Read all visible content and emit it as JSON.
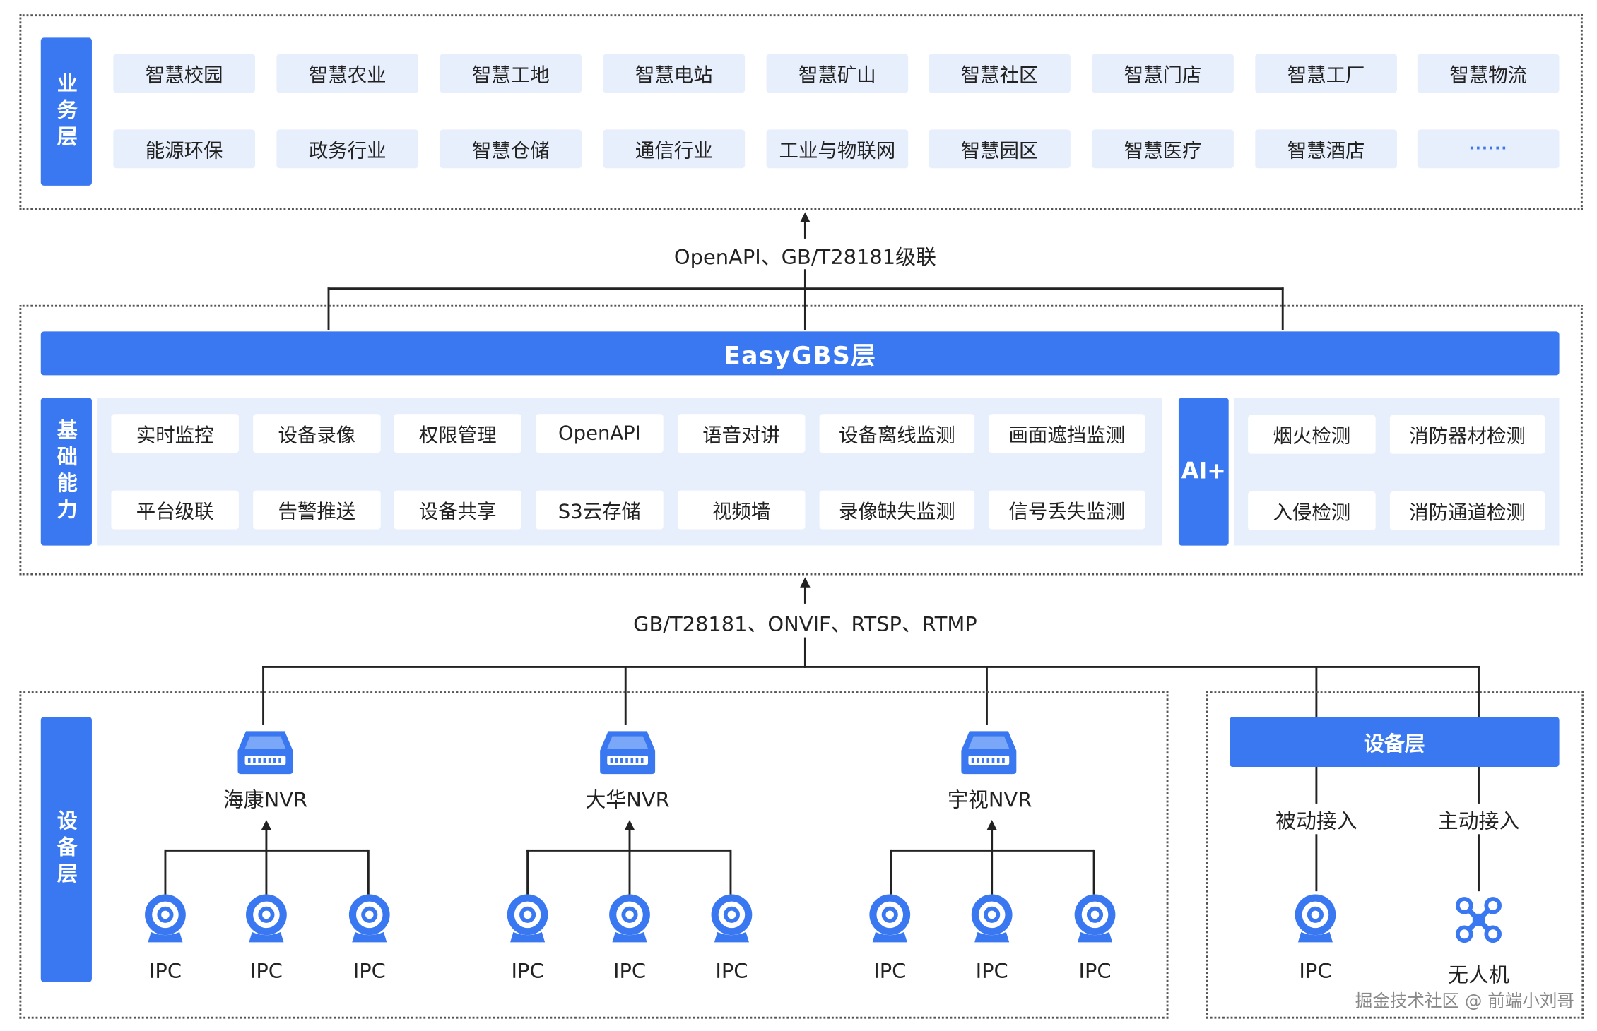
{
  "business_layer": {
    "label": "业务层",
    "row1": [
      "智慧校园",
      "智慧农业",
      "智慧工地",
      "智慧电站",
      "智慧矿山",
      "智慧社区",
      "智慧门店",
      "智慧工厂",
      "智慧物流"
    ],
    "row2": [
      "能源环保",
      "政务行业",
      "智慧仓储",
      "通信行业",
      "工业与物联网",
      "智慧园区",
      "智慧医疗",
      "智慧酒店",
      "······"
    ]
  },
  "link_top": {
    "label": "OpenAPI、GB/T28181级联"
  },
  "easygbs": {
    "title": "EasyGBS层"
  },
  "basic_capability": {
    "label": "基础能力",
    "row1": [
      "实时监控",
      "设备录像",
      "权限管理",
      "OpenAPI",
      "语音对讲",
      "设备离线监测",
      "画面遮挡监测"
    ],
    "row2": [
      "平台级联",
      "告警推送",
      "设备共享",
      "S3云存储",
      "视频墙",
      "录像缺失监测",
      "信号丢失监测"
    ]
  },
  "ai": {
    "label": "AI+",
    "row1": [
      "烟火检测",
      "消防器材检测"
    ],
    "row2": [
      "入侵检测",
      "消防通道检测"
    ]
  },
  "link_bottom": {
    "label": "GB/T28181、ONVIF、RTSP、RTMP"
  },
  "device_layer": {
    "label": "设备层",
    "nvrs": [
      {
        "name": "海康NVR",
        "ipcs": [
          "IPC",
          "IPC",
          "IPC"
        ]
      },
      {
        "name": "大华NVR",
        "ipcs": [
          "IPC",
          "IPC",
          "IPC"
        ]
      },
      {
        "name": "宇视NVR",
        "ipcs": [
          "IPC",
          "IPC",
          "IPC"
        ]
      }
    ],
    "right_panel": {
      "title": "设备层",
      "passive": "被动接入",
      "active": "主动接入",
      "ipc": "IPC",
      "drone": "无人机"
    }
  },
  "watermark": "掘金技术社区 @ 前端小刘哥",
  "colors": {
    "accent": "#3a78f2",
    "chip_bg": "#e8effc",
    "line": "#222222"
  },
  "icons": [
    "camera-icon",
    "nvr-icon",
    "drone-icon",
    "arrow-up-icon"
  ]
}
